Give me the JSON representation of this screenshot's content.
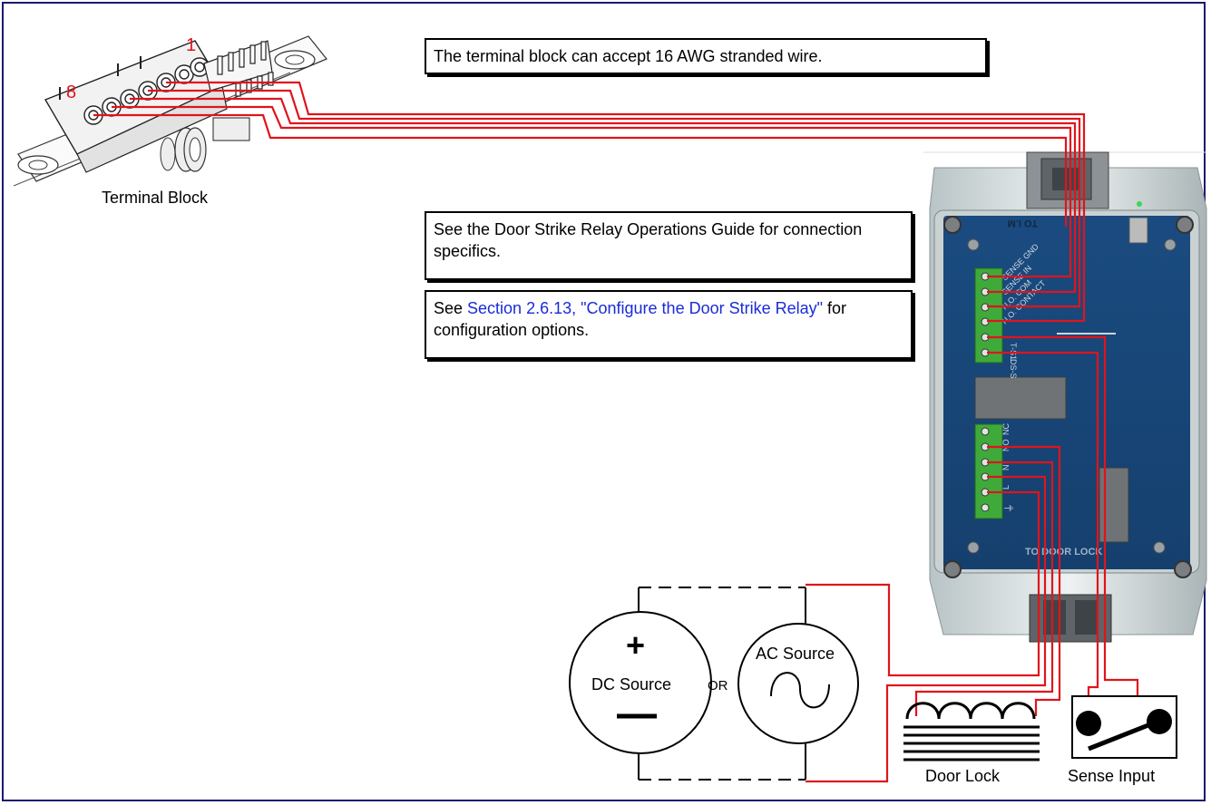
{
  "terminal_block": {
    "label": "Terminal Block",
    "pin_first": "1",
    "pin_last": "8"
  },
  "callouts": {
    "wire_gauge": "The terminal block can accept 16 AWG stranded wire.",
    "operations_guide": "See the Door Strike Relay Operations Guide for connection specifics.",
    "configure_prefix": "See ",
    "configure_link": "Section 2.6.13, \"Configure the Door Strike Relay\"",
    "configure_suffix": " for configuration options."
  },
  "relay_box": {
    "top_connector_label": "TO I.M",
    "top_terminal_labels": [
      "SENSE GND",
      "SENSE IN",
      "N.O. COM",
      "N.O. CONTACT",
      "T-S1",
      "DS-S"
    ],
    "bottom_terminal_labels": [
      "NO",
      "NC",
      "N",
      "L",
      "⏚"
    ],
    "bottom_label": "TO DOOR LOCK"
  },
  "sources": {
    "dc_label": "DC Source",
    "dc_plus": "+",
    "or_label": "OR",
    "ac_label": "AC Source"
  },
  "devices": {
    "door_lock_label": "Door Lock",
    "sense_input_label": "Sense Input"
  },
  "colors": {
    "wire": "#e0141c",
    "pcb": "#1c4f86",
    "terminal": "#3faa3a",
    "frame": "#1a1a6e",
    "link": "#1a2bd6"
  }
}
